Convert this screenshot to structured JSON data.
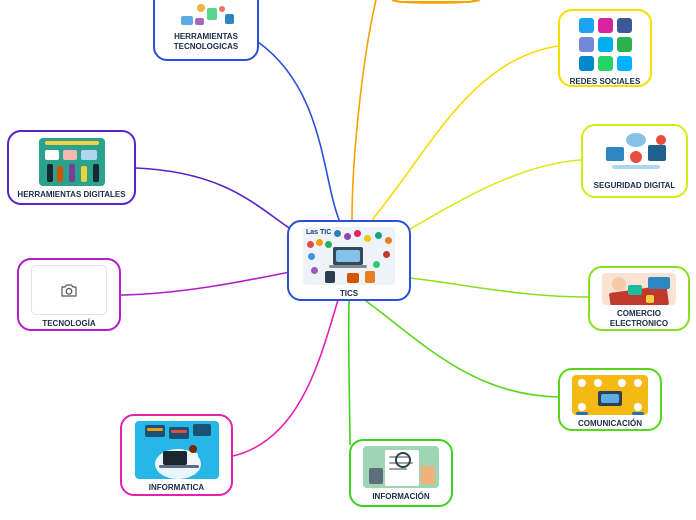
{
  "center": {
    "label": "TICS",
    "image_text": "Las TIC"
  },
  "topics": {
    "herramientas_tecnologicas": {
      "label": "HERRAMIENTAS TECNOLOGICAS",
      "color": "#2b4fd8"
    },
    "herramientas_digitales": {
      "label": "HERRAMIENTAS DIGITALES",
      "color": "#5a22c9"
    },
    "tecnologia": {
      "label": "TECNOLOGÍA",
      "color": "#b01ec6",
      "icon": "camera-icon"
    },
    "informatica": {
      "label": "INFORMATICA",
      "color": "#e420b4"
    },
    "informacion": {
      "label": "INFORMACIÓN",
      "color": "#3fd11f"
    },
    "comunicacion": {
      "label": "COMUNICACIÓN",
      "color": "#59d61b"
    },
    "comercio": {
      "label": "COMERCIO ELECTRONICO",
      "color": "#86e01f"
    },
    "seguridad": {
      "label": "SEGURIDAD DIGITAL",
      "color": "#d4ec14"
    },
    "redes": {
      "label": "REDES SOCIALES",
      "color": "#f5de00",
      "icons": [
        "twitter-icon",
        "instagram-icon",
        "facebook-icon",
        "discord-icon",
        "skype-icon",
        "feedly-icon",
        "telegram-icon",
        "whatsapp-icon",
        "messenger-icon"
      ]
    },
    "top_offscreen": {
      "color": "#f5a300"
    }
  }
}
